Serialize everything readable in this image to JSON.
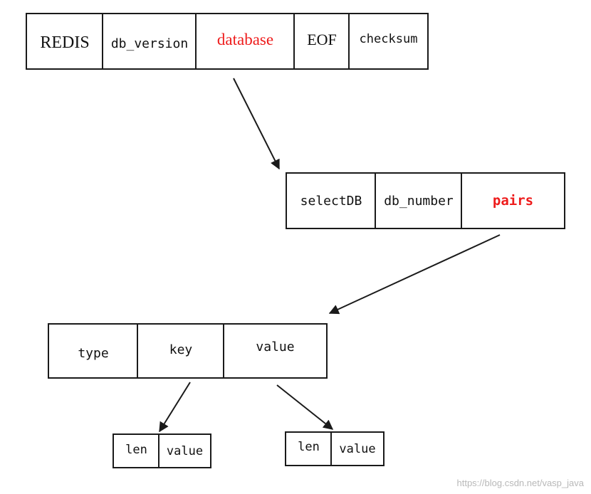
{
  "rdb": {
    "redis": "REDIS",
    "db_version": "db_version",
    "database": "database",
    "eof": "EOF",
    "checksum": "checksum"
  },
  "database_layout": {
    "select_db": "selectDB",
    "db_number": "db_number",
    "pairs": "pairs"
  },
  "pair_layout": {
    "type": "type",
    "key": "key",
    "value": "value"
  },
  "key_layout": {
    "len": "len",
    "value": "value"
  },
  "value_layout": {
    "len": "len",
    "value": "value"
  },
  "watermark": "https://blog.csdn.net/vasp_java",
  "colors": {
    "highlight": "#ee1c1c",
    "stroke": "#1a1a1a"
  }
}
